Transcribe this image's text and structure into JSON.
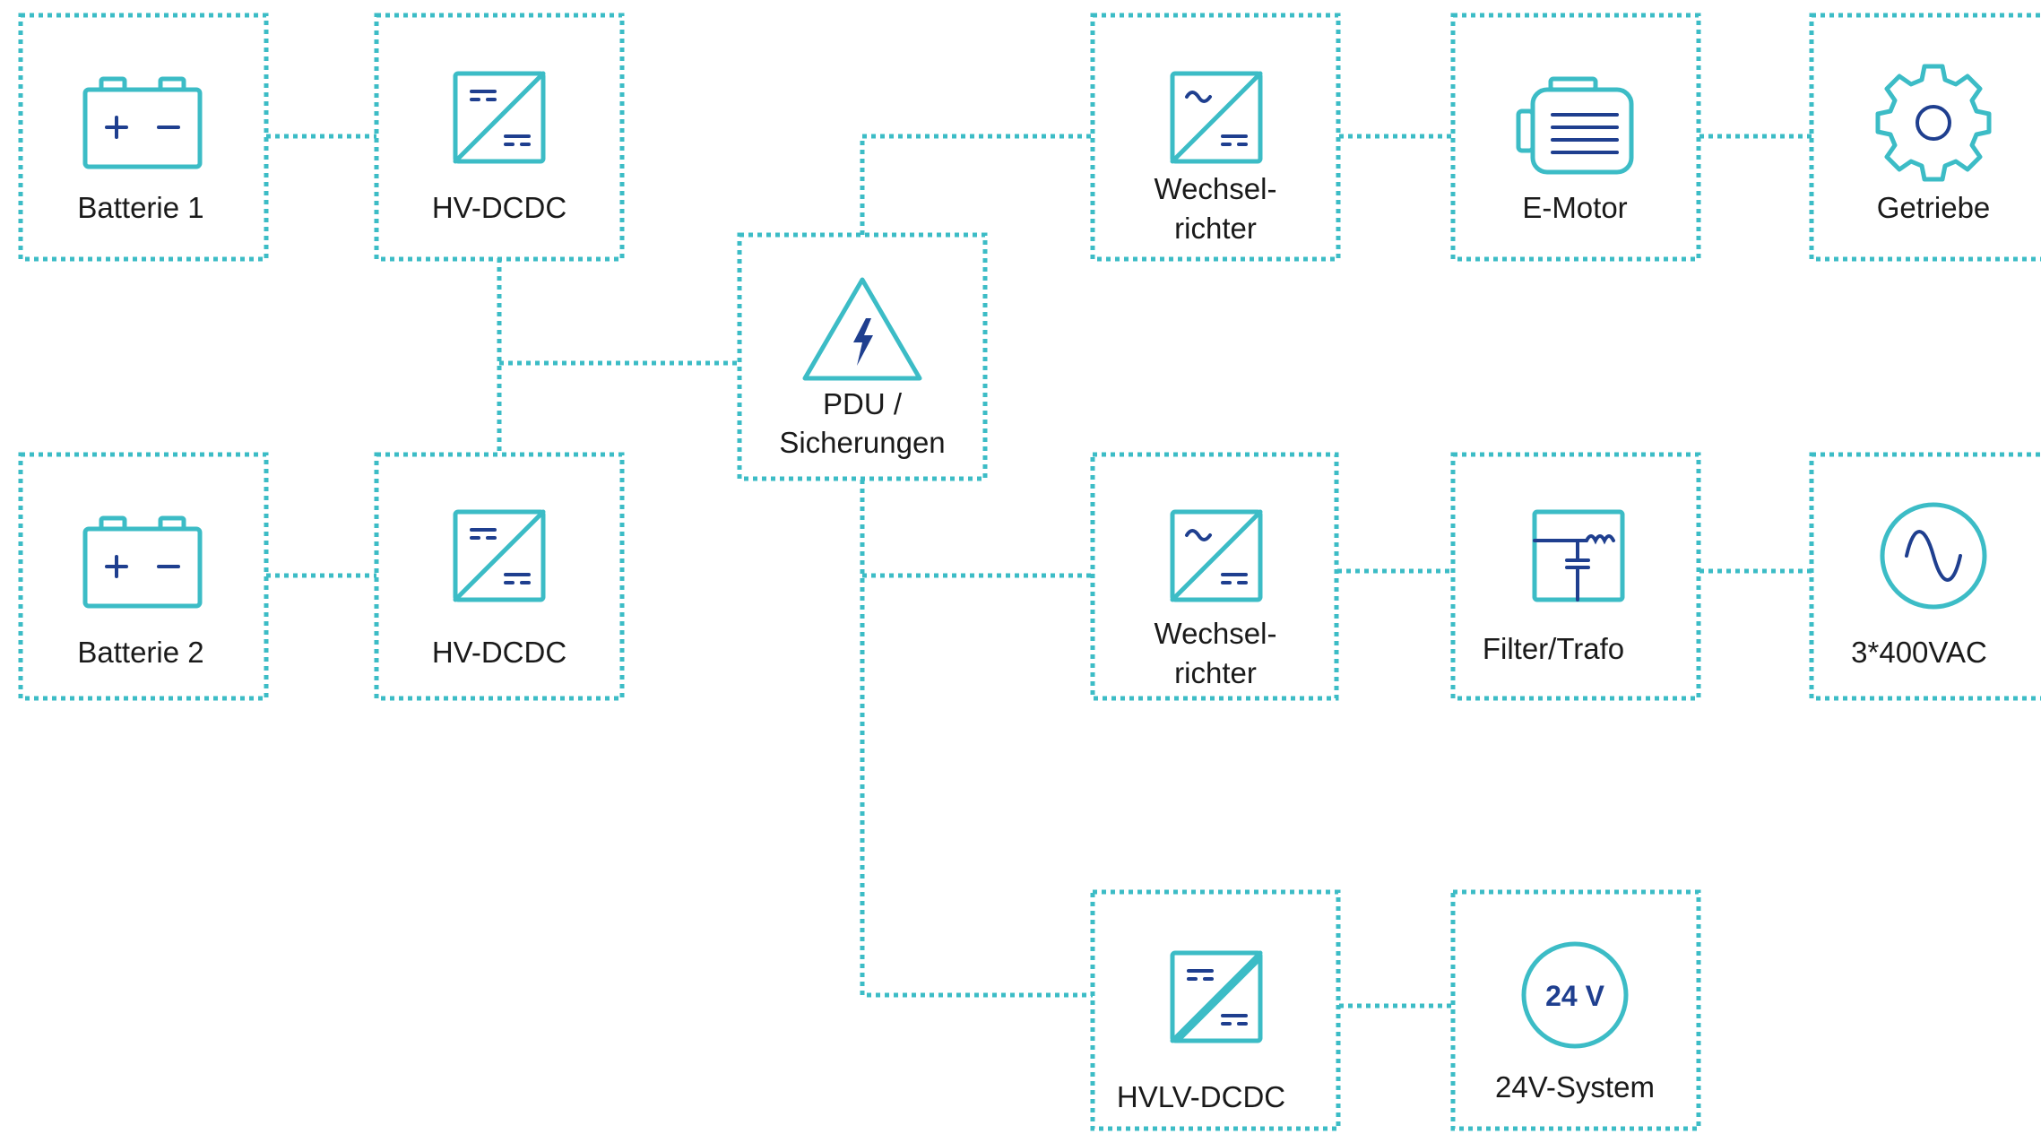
{
  "nodes": {
    "batterie1": {
      "label": "Batterie 1",
      "icon": "battery-icon"
    },
    "hvdcdc1": {
      "label": "HV-DCDC",
      "icon": "dc-dc-converter-icon"
    },
    "batterie2": {
      "label": "Batterie 2",
      "icon": "battery-icon"
    },
    "hvdcdc2": {
      "label": "HV-DCDC",
      "icon": "dc-dc-converter-icon"
    },
    "pdu": {
      "label_line1": "PDU /",
      "label_line2": "Sicherungen",
      "icon": "high-voltage-warning-icon"
    },
    "wechselrichter1": {
      "label_line1": "Wechsel-",
      "label_line2": "richter",
      "icon": "inverter-icon"
    },
    "emotor": {
      "label": "E-Motor",
      "icon": "electric-motor-icon"
    },
    "getriebe": {
      "label": "Getriebe",
      "icon": "gear-icon"
    },
    "wechselrichter2": {
      "label_line1": "Wechsel-",
      "label_line2": "richter",
      "icon": "inverter-icon"
    },
    "filter": {
      "label": "Filter/Trafo",
      "icon": "filter-circuit-icon"
    },
    "ac": {
      "label": "3*400VAC",
      "icon": "ac-sine-icon"
    },
    "hvlv": {
      "label": "HVLV-DCDC",
      "icon": "dc-dc-converter-icon"
    },
    "sys24": {
      "label": "24V-System",
      "icon": "24v-badge-icon",
      "badge": "24 V"
    }
  },
  "colors": {
    "accent": "#3cbcc6",
    "dark": "#1f3f8f",
    "text": "#1a1a1a"
  }
}
